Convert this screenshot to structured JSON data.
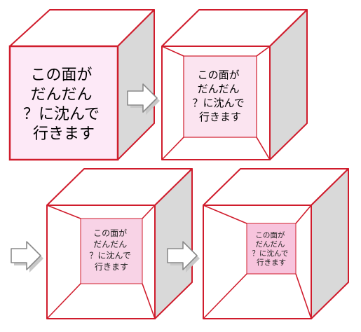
{
  "colors": {
    "edge": "#d01c2c",
    "side": "#d9d9d9",
    "face_stage1": "#fde9f7",
    "face_stage2": "#fbe4f0",
    "face_stage3": "#f8d3e6",
    "face_stage4": "#f7c4dd"
  },
  "cubes": [
    {
      "lines": [
        "この面が",
        "だんだん",
        "？に沈んで",
        "行きます"
      ]
    },
    {
      "lines": [
        "この面が",
        "だんだん",
        "？に沈んで",
        "行きます"
      ]
    },
    {
      "lines": [
        "この面が",
        "だんだん",
        "？に沈んで",
        "行きます"
      ]
    },
    {
      "lines": [
        "この面が",
        "だんだん",
        "？に沈んで",
        "行きます"
      ]
    }
  ],
  "arrows": [
    {
      "icon": "right-arrow-icon"
    },
    {
      "icon": "right-arrow-icon"
    },
    {
      "icon": "right-arrow-icon"
    }
  ]
}
